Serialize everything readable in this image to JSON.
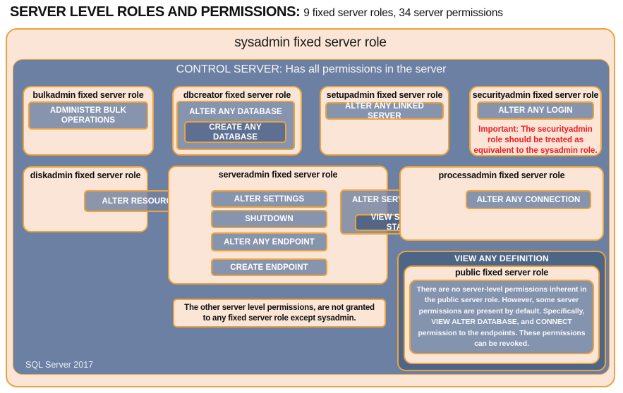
{
  "header": {
    "title_strong": "SERVER LEVEL ROLES AND PERMISSIONS:",
    "title_detail": "9 fixed server roles, 34 server permissions"
  },
  "sysadmin": {
    "title": "sysadmin fixed server role"
  },
  "control": {
    "title": "CONTROL SERVER: Has all permissions in the server",
    "footer": "SQL Server 2017"
  },
  "roles": {
    "bulkadmin": {
      "title": "bulkadmin fixed server role",
      "permission": "ADMINISTER BULK OPERATIONS"
    },
    "dbcreator": {
      "title": "dbcreator fixed server role",
      "outer_permission": "ALTER ANY DATABASE",
      "inner_permission": "CREATE ANY DATABASE"
    },
    "setupadmin": {
      "title": "setupadmin fixed server role",
      "permission": "ALTER ANY LINKED SERVER"
    },
    "securityadmin": {
      "title": "securityadmin fixed server role",
      "permission": "ALTER ANY LOGIN",
      "warning": "Important: The securityadmin role should be treated as equivalent to the sysadmin role."
    },
    "diskadmin": {
      "title": "diskadmin fixed server role",
      "permission": "ALTER RESOURCES"
    },
    "serveradmin": {
      "title": "serveradmin fixed server role",
      "permissions": [
        "ALTER SETTINGS",
        "SHUTDOWN",
        "ALTER ANY ENDPOINT",
        "CREATE ENDPOINT"
      ],
      "outer_permission": "ALTER SERVER STATE",
      "inner_permission": "VIEW SERVER STATE"
    },
    "processadmin": {
      "title": "processadmin fixed server role",
      "permission": "ALTER ANY CONNECTION"
    },
    "public": {
      "outer_permission": "VIEW ANY DEFINITION",
      "title": "public fixed server role",
      "note": "There are no server-level permissions inherent in the public server role. However, some server permissions are present by default. Specifically, VIEW ALTER DATABASE, and CONNECT permission to the endpoints. These permissions can be revoked."
    }
  },
  "note": "The other server level permissions, are not granted to any fixed server role except sysadmin.",
  "colors": {
    "peach": "#FBE5D6",
    "slate_blue": "#6B80A3",
    "button_blue": "#8794AE",
    "nested_button_blue": "#5D7094",
    "dark_panel_blue": "#4D6586",
    "gold_border": "#ECA33D",
    "warning_red": "#ED1C24"
  }
}
